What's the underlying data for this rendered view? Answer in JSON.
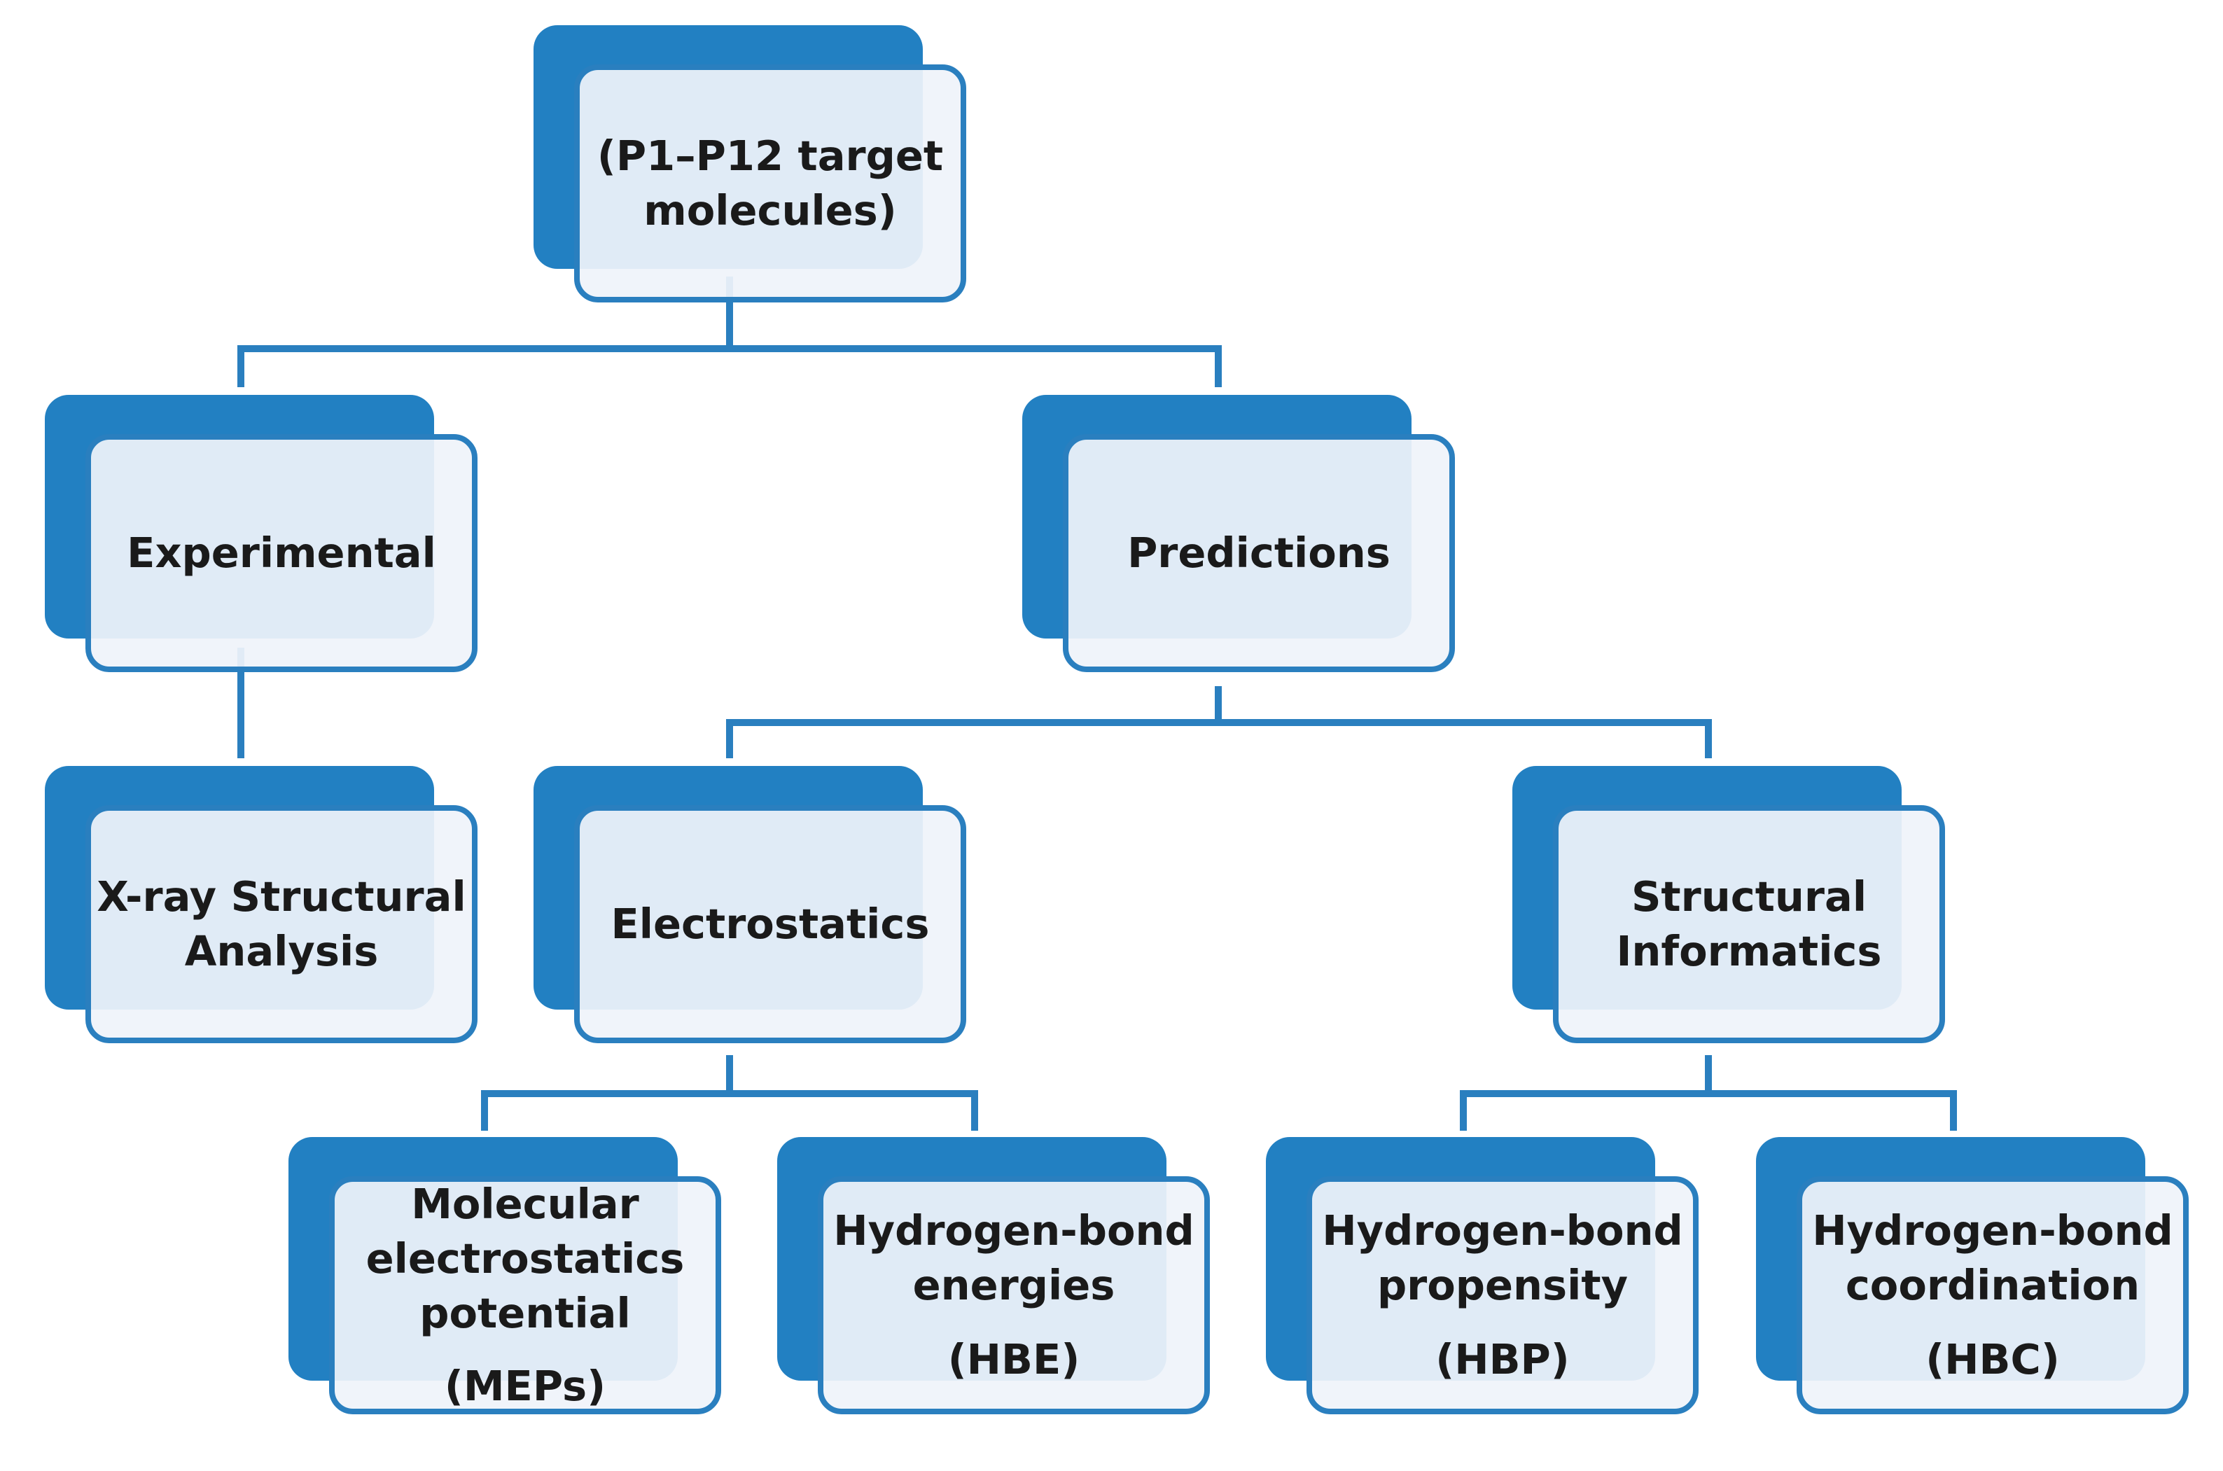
{
  "colors": {
    "accent": "#2280c2",
    "box_fill": "#eff3fa",
    "connector": "#2a7fbf",
    "text": "#1a1a1a"
  },
  "nodes": {
    "root": {
      "lines": [
        "(P1–P12 target",
        "molecules)"
      ]
    },
    "experimental": {
      "lines": [
        "Experimental"
      ]
    },
    "predictions": {
      "lines": [
        "Predictions"
      ]
    },
    "xray": {
      "lines": [
        "X-ray Structural",
        "Analysis"
      ]
    },
    "electrostatics": {
      "lines": [
        "Electrostatics"
      ]
    },
    "structural_informatics": {
      "lines": [
        "Structural",
        "Informatics"
      ]
    },
    "meps": {
      "lines": [
        "Molecular",
        "electrostatics",
        "potential"
      ],
      "sub": "(MEPs)"
    },
    "hbe": {
      "lines": [
        "Hydrogen-bond",
        "energies"
      ],
      "sub": "(HBE)"
    },
    "hbp": {
      "lines": [
        "Hydrogen-bond",
        "propensity"
      ],
      "sub": "(HBP)"
    },
    "hbc": {
      "lines": [
        "Hydrogen-bond",
        "coordination"
      ],
      "sub": "(HBC)"
    }
  }
}
